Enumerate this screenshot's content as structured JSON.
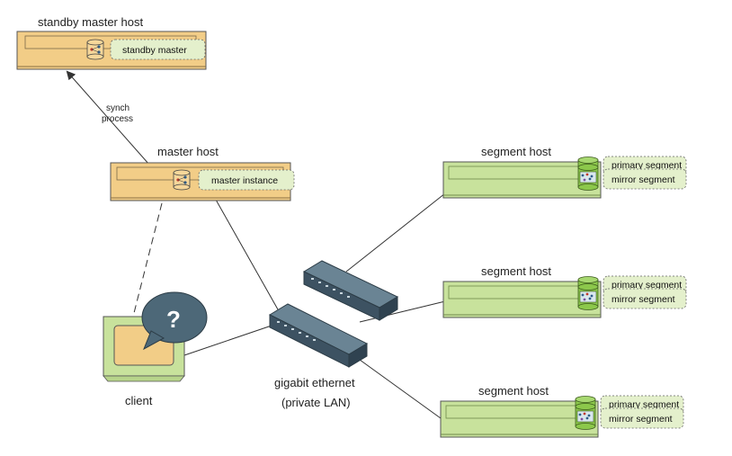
{
  "colors": {
    "master_host_fill": "#f2cd87",
    "segment_host_fill": "#c8e29c",
    "pill_fill": "#e4f0cc",
    "switch_fill": "#4d6575",
    "bubble_fill": "#4d6878",
    "line": "#333333"
  },
  "labels": {
    "standby_master_host": "standby master host",
    "standby_master": "standby master",
    "synch_line1": "synch",
    "synch_line2": "process",
    "master_host": "master host",
    "master_instance": "master instance",
    "client": "client",
    "question": "?",
    "network_line1": "gigabit ethernet",
    "network_line2": "(private LAN)"
  },
  "segment_hosts": [
    {
      "title": "segment host",
      "primary": "primary segment",
      "mirror": "mirror segment"
    },
    {
      "title": "segment host",
      "primary": "primary segment",
      "mirror": "mirror segment"
    },
    {
      "title": "segment host",
      "primary": "primary segment",
      "mirror": "mirror segment"
    }
  ],
  "icons": {
    "database": "database-icon",
    "switch": "network-switch-icon",
    "client": "monitor-icon",
    "bubble": "speech-bubble-icon"
  }
}
